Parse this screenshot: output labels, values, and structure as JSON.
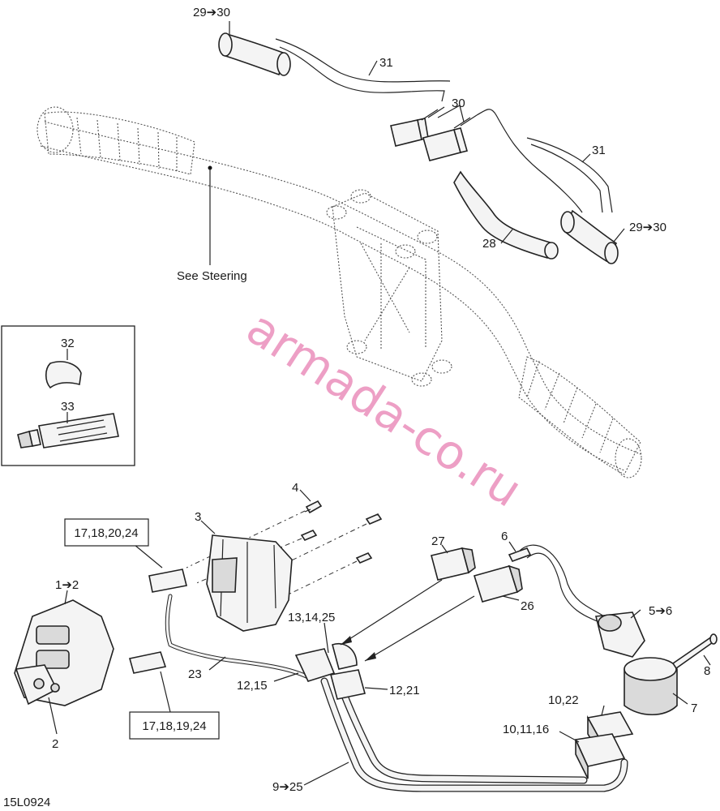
{
  "diagram_code": "15L0924",
  "watermark": "armada-co.ru",
  "reference_note": "See Steering",
  "callouts": {
    "c29_30_top": "29➔30",
    "c31_top": "31",
    "c30": "30",
    "c31_right": "31",
    "c29_30_right": "29➔30",
    "c28": "28",
    "c32": "32",
    "c33": "33",
    "c4": "4",
    "c3": "3",
    "c6": "6",
    "c27": "27",
    "c26": "26",
    "c5_6": "5➔6",
    "c1_2": "1➔2",
    "c2": "2",
    "c13_14_25": "13,14,25",
    "c12_15": "12,15",
    "c12_21": "12,21",
    "c23": "23",
    "c8": "8",
    "c7": "7",
    "c10_22": "10,22",
    "c10_11_16": "10,11,16",
    "c9_25": "9➔25"
  },
  "boxed_callouts": {
    "upper": "17,18,20,24",
    "lower": "17,18,19,24"
  }
}
